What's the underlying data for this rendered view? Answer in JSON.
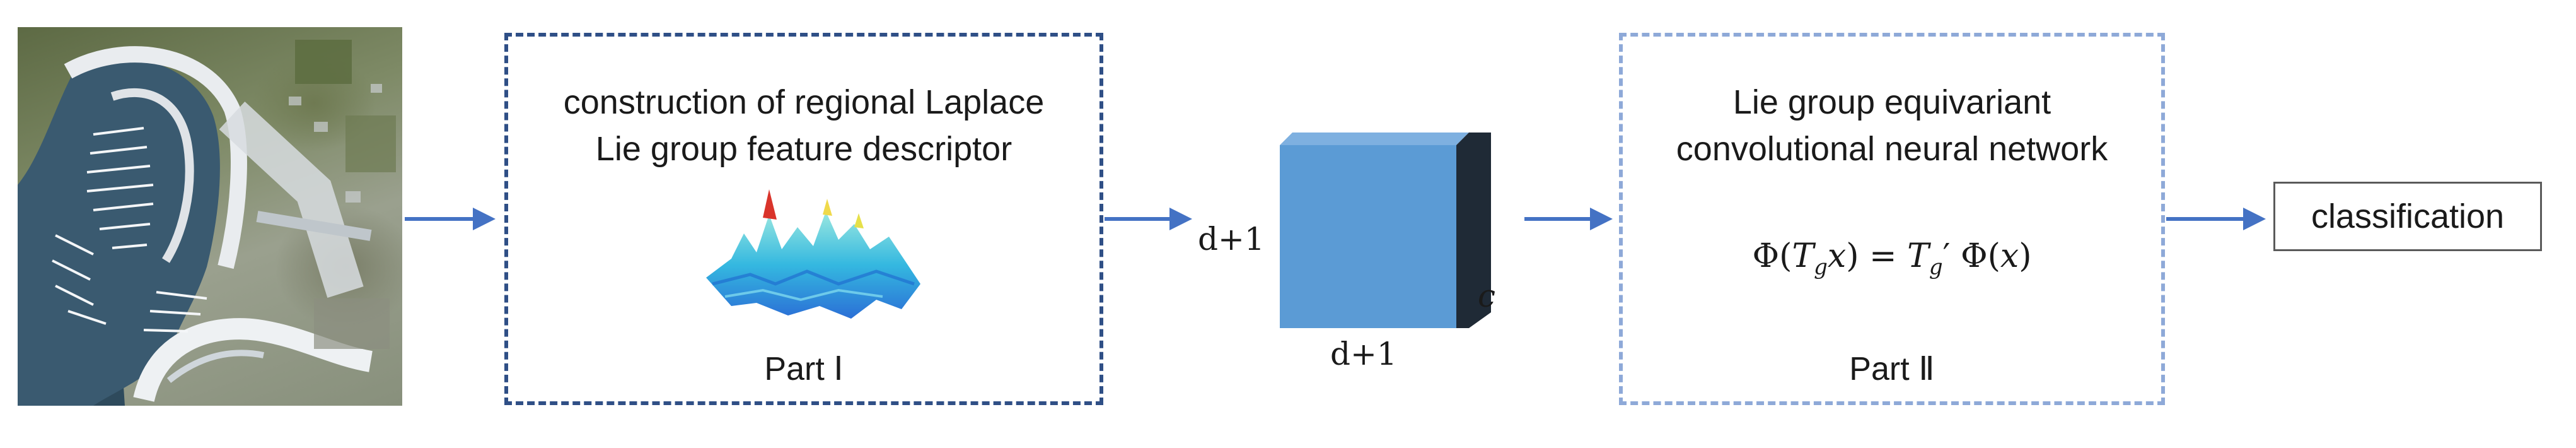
{
  "part1": {
    "title_line1": "construction of regional Laplace",
    "title_line2": "Lie group feature descriptor",
    "label": "Part Ⅰ"
  },
  "tensor": {
    "height_label": "d+1",
    "width_label": "d+1",
    "channel_label": "c"
  },
  "part2": {
    "title_line1": "Lie group equivariant",
    "title_line2": "convolutional neural network",
    "label": "Part Ⅱ",
    "formula": {
      "phi": "Φ",
      "T": "T",
      "g": "g",
      "x": "x",
      "prime": "′"
    }
  },
  "output": {
    "label": "classification"
  },
  "colors": {
    "arrow": "#4472c4",
    "part1_border": "#2f4f86",
    "part2_border": "#8ea9d8",
    "cube_front": "#5b9bd5",
    "cube_side": "#1f2a36"
  }
}
